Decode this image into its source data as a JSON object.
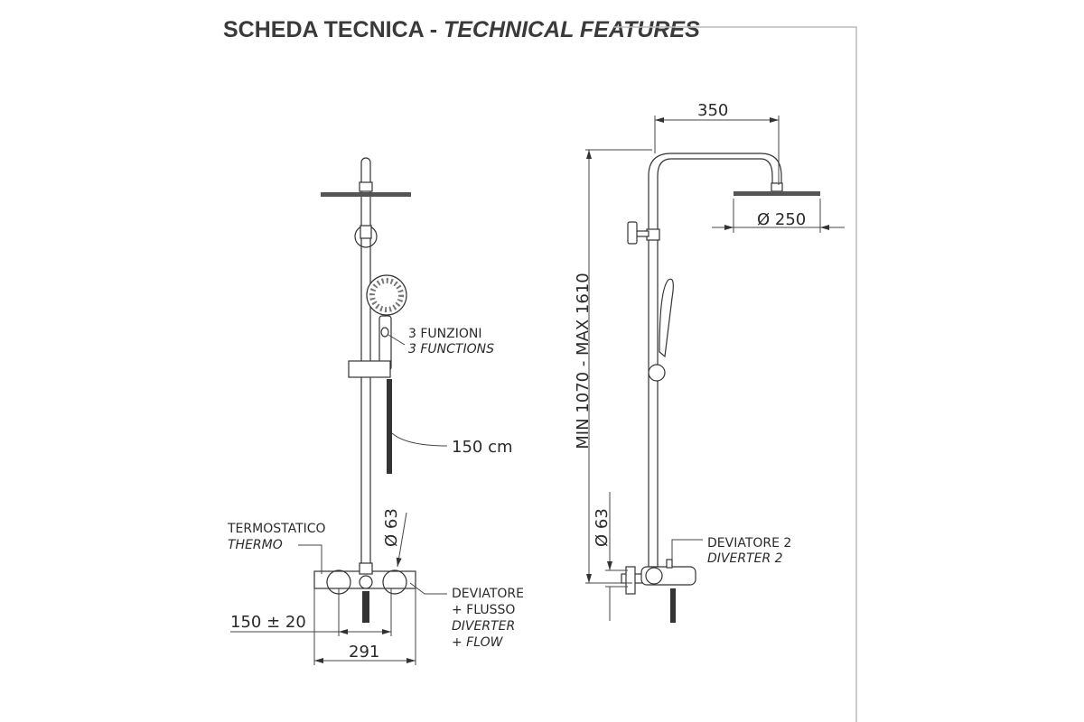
{
  "title": {
    "main": "SCHEDA TECNICA - ",
    "sub": "TECHNICAL FEATURES"
  },
  "front_view": {
    "functions_it": "3 FUNZIONI",
    "functions_en": "3 FUNCTIONS",
    "hose_length": "150 cm",
    "thermo_it": "TERMOSTATICO",
    "thermo_en": "THERMO",
    "knob_diameter": "Ø 63",
    "diverter_it_1": "DEVIATORE",
    "diverter_it_2": "+ FLUSSO",
    "diverter_en_1": "DIVERTER",
    "diverter_en_2": "+ FLOW",
    "center_distance": "150 ± 20",
    "mixer_width": "291"
  },
  "side_view": {
    "arm_length": "350",
    "head_diameter": "Ø 250",
    "height_range": "MIN  1070  -  MAX  1610",
    "knob_diameter": "Ø 63",
    "diverter2_it": "DEVIATORE 2",
    "diverter2_en": "DIVERTER 2"
  }
}
